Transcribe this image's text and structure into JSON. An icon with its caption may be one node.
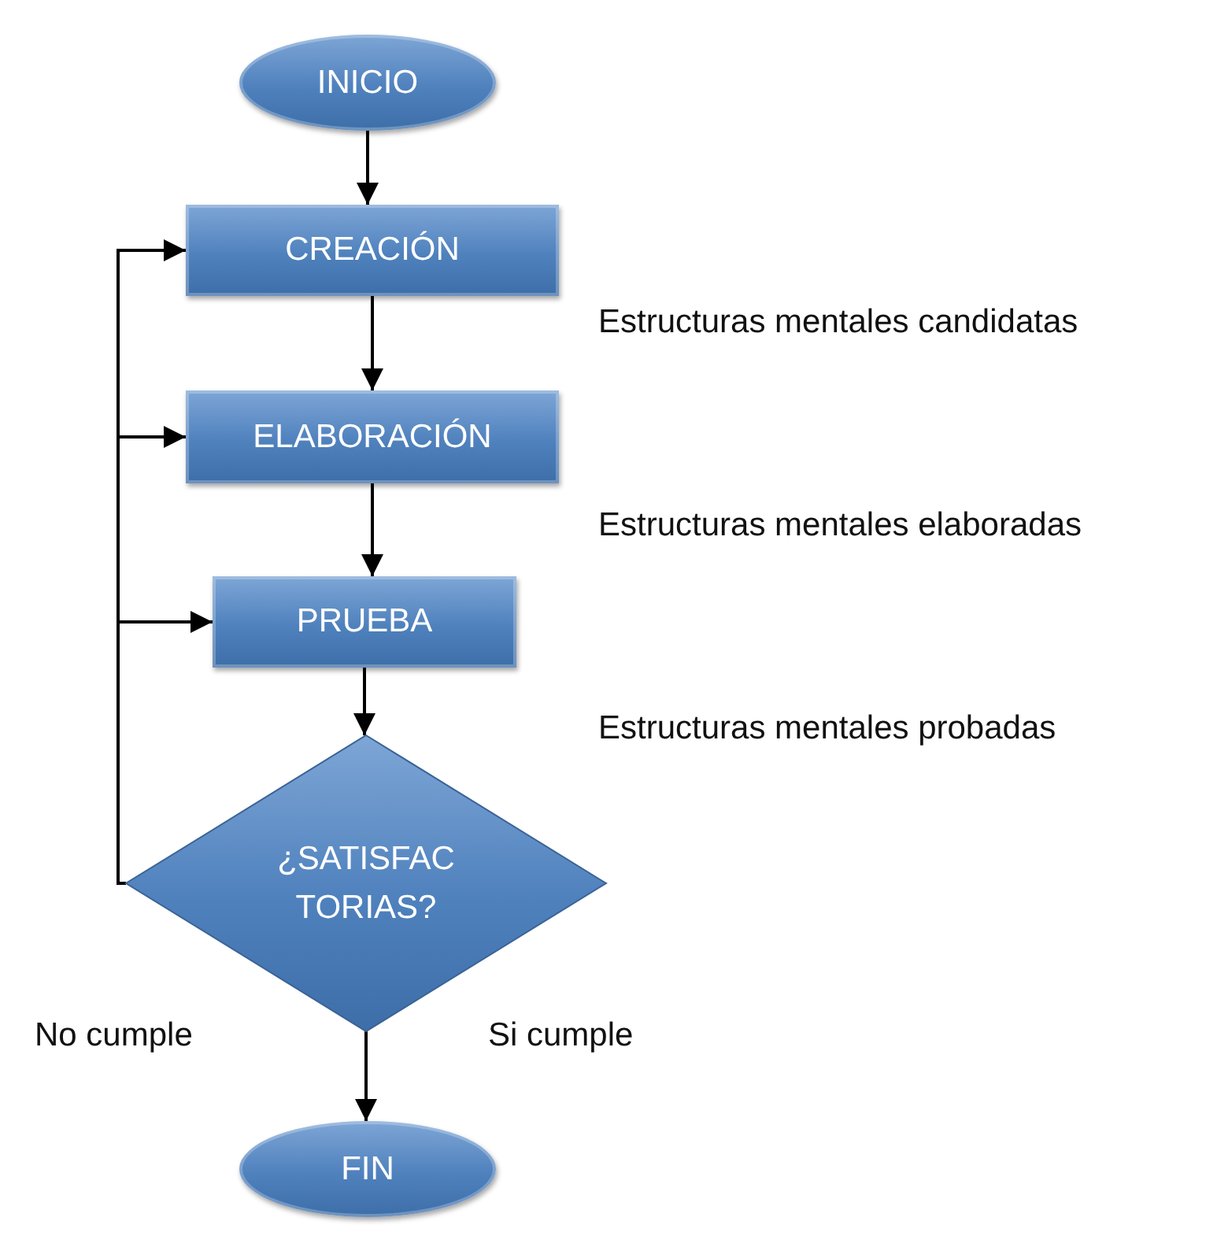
{
  "diagram": {
    "nodes": [
      {
        "text": [
          "INICIO"
        ]
      },
      {
        "text": [
          "CREACIÓN"
        ]
      },
      {
        "text": [
          "ELABORACIÓN"
        ]
      },
      {
        "text": [
          "PRUEBA"
        ]
      },
      {
        "text": [
          "¿SATISFAC TORIAS?"
        ]
      },
      {
        "text": [
          "FIN"
        ]
      }
    ],
    "edges": [
      {
        "from": 0,
        "to": 1,
        "arrow": "to"
      },
      {
        "from": 1,
        "to": 2,
        "arrow": "to"
      },
      {
        "from": 2,
        "to": 3,
        "arrow": "to"
      },
      {
        "from": 3,
        "to": 4,
        "arrow": "to"
      },
      {
        "from": 4,
        "to": 5,
        "arrow": "to"
      },
      {
        "from": 4,
        "to": 1,
        "arrow": "to"
      },
      {
        "from": 4,
        "to": 2,
        "arrow": "to"
      },
      {
        "from": 4,
        "to": 3,
        "arrow": "to"
      }
    ],
    "labels": [
      "Estructuras mentales candidatas",
      "Estructuras mentales elaboradas",
      "Estructuras mentales probadas",
      "No cumple",
      "Si cumple"
    ]
  }
}
